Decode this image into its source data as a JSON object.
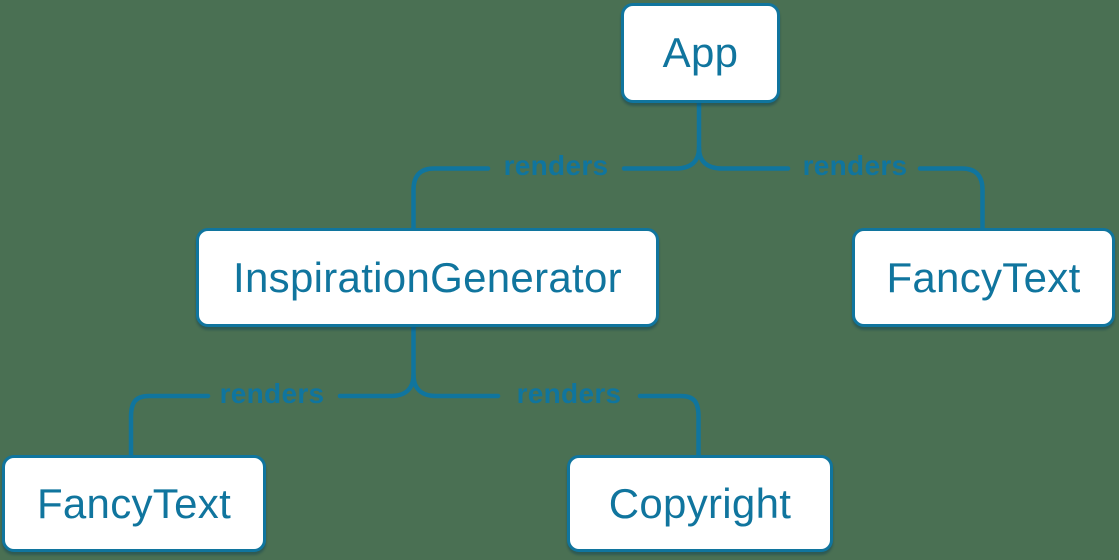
{
  "diagram": {
    "type": "component-render-tree",
    "background_color": "#4a7053",
    "accent_color": "#10759e",
    "node_fill_color": "#ffffff",
    "nodes": [
      {
        "id": "app",
        "label": "App"
      },
      {
        "id": "inspiration-generator",
        "label": "InspirationGenerator"
      },
      {
        "id": "fancy-text-top",
        "label": "FancyText"
      },
      {
        "id": "fancy-text-bottom",
        "label": "FancyText"
      },
      {
        "id": "copyright",
        "label": "Copyright"
      }
    ],
    "edges": [
      {
        "from": "App",
        "to": "InspirationGenerator",
        "label": "renders"
      },
      {
        "from": "App",
        "to": "FancyText",
        "label": "renders"
      },
      {
        "from": "InspirationGenerator",
        "to": "FancyText",
        "label": "renders"
      },
      {
        "from": "InspirationGenerator",
        "to": "Copyright",
        "label": "renders"
      }
    ]
  }
}
